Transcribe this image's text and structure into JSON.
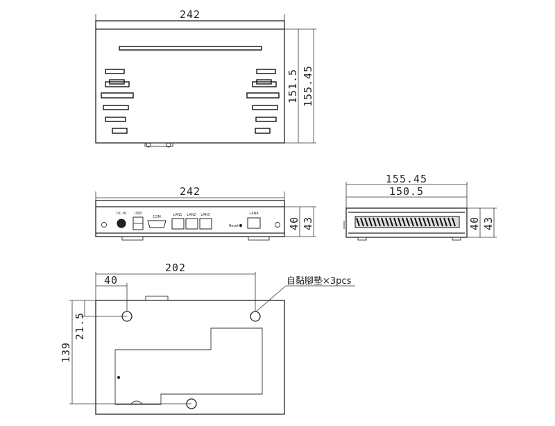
{
  "top_view": {
    "width_dim": "242",
    "depth_dim_1": "151.5",
    "depth_dim_2": "155.45"
  },
  "front_view": {
    "width_dim": "242",
    "height_dim_1": "40",
    "height_dim_2": "43",
    "port_labels": [
      "DC-IN",
      "USB",
      "COM",
      "LAN1",
      "LAN2",
      "LAN3",
      "LAN4",
      "Reset"
    ]
  },
  "side_view": {
    "depth_dim_1": "155.45",
    "depth_dim_2": "150.5",
    "height_dim_1": "40",
    "height_dim_2": "43"
  },
  "bottom_view": {
    "width_dim": "202",
    "offset_dim": "40",
    "height_dim_1": "21.5",
    "height_dim_2": "139",
    "note": "自黏腳墊×3pcs"
  }
}
